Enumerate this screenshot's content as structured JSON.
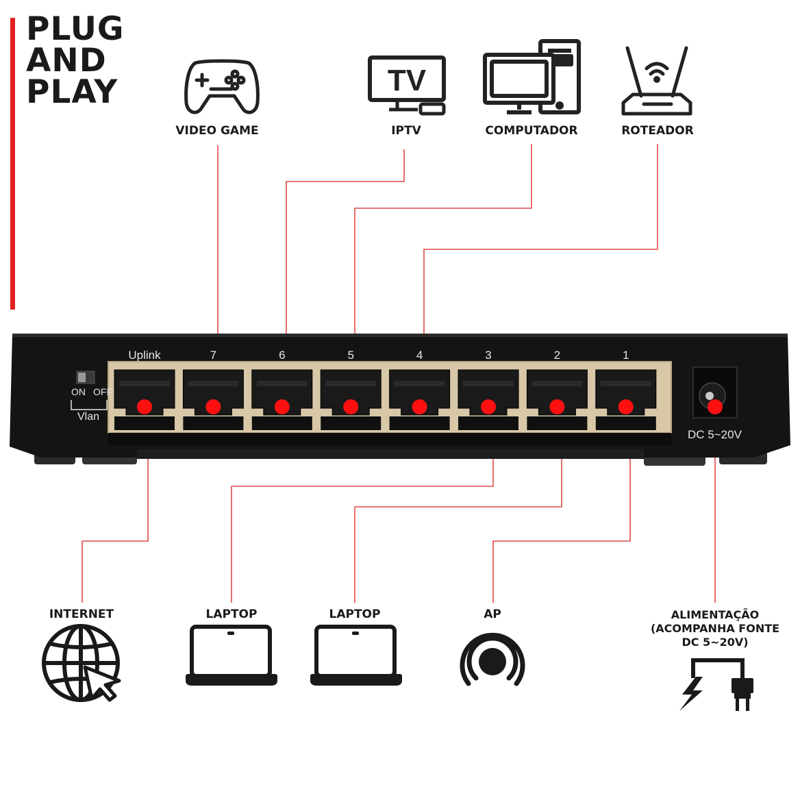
{
  "headline": [
    "PLUG",
    "AND",
    "PLAY"
  ],
  "colors": {
    "accent": "#e32222",
    "connector_line": "#e04a4a",
    "port_dot": "#ff1010",
    "device_body": "#141414",
    "port_frame": "#d8c8a8",
    "icon": "#222222"
  },
  "top_devices": [
    {
      "label": "VIDEO GAME",
      "icon": "gamepad-icon"
    },
    {
      "label": "IPTV",
      "icon": "tv-icon",
      "icon_text": "TV"
    },
    {
      "label": "COMPUTADOR",
      "icon": "desktop-computer-icon"
    },
    {
      "label": "ROTEADOR",
      "icon": "router-icon"
    }
  ],
  "bottom_devices": [
    {
      "label": "INTERNET",
      "icon": "globe-cursor-icon"
    },
    {
      "label": "LAPTOP",
      "icon": "laptop-icon"
    },
    {
      "label": "LAPTOP",
      "icon": "laptop-icon"
    },
    {
      "label": "AP",
      "icon": "access-point-icon"
    },
    {
      "label_lines": [
        "ALIMENTAÇÃO",
        "(ACOMPANHA FONTE",
        "DC 5~20V)"
      ],
      "icon": "power-plug-icon"
    }
  ],
  "switch_panel": {
    "port_labels": [
      "Uplink",
      "7",
      "6",
      "5",
      "4",
      "3",
      "2",
      "1"
    ],
    "vlan_switch": {
      "on": "ON",
      "off": "OFF",
      "name": "Vlan"
    },
    "power_label": "DC 5~20V"
  }
}
